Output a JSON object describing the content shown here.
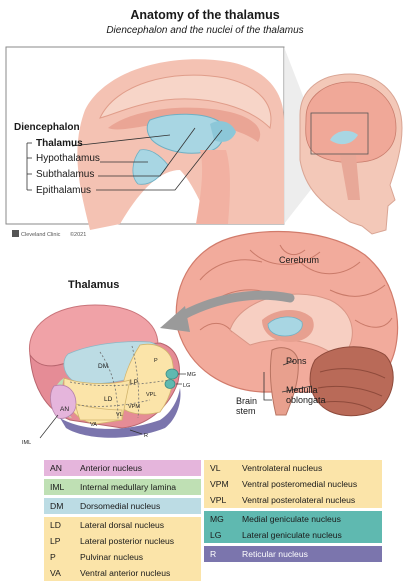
{
  "title": "Anatomy of the thalamus",
  "subtitle": "Diencephalon and the nuclei of the thalamus",
  "inset": {
    "heading": "Diencephalon",
    "items": [
      "Thalamus",
      "Hypothalamus",
      "Subthalamus",
      "Epithalamus"
    ],
    "credit": "Cleveland Clinic",
    "copyright": "©2021"
  },
  "brain": {
    "cerebrum": "Cerebrum",
    "pons": "Pons",
    "medulla_line1": "Medulla",
    "medulla_line2": "oblongata",
    "brainstem_line1": "Brain",
    "brainstem_line2": "stem"
  },
  "thalamus": {
    "heading": "Thalamus",
    "regions": {
      "DM": "DM",
      "P": "P",
      "LP": "LP",
      "LD": "LD",
      "VPL": "VPL",
      "VPM": "VPM",
      "VL": "VL",
      "AN": "AN",
      "VA": "VA",
      "MG": "MG",
      "LG": "LG",
      "R": "R",
      "IML": "IML"
    }
  },
  "legend": {
    "col1": [
      {
        "abbr": "AN",
        "name": "Anterior nucleus",
        "color": "#e5b5dc"
      },
      {
        "abbr": "IML",
        "name": "Internal medullary lamina",
        "color": "#bfe0b4"
      },
      {
        "abbr": "DM",
        "name": "Dorsomedial nucleus",
        "color": "#bcdce4"
      },
      {
        "abbr": "LD",
        "name": "Lateral dorsal nucleus",
        "color": "#fbe4a9"
      },
      {
        "abbr": "LP",
        "name": "Lateral posterior nucleus",
        "color": "#fbe4a9"
      },
      {
        "abbr": "P",
        "name": "Pulvinar nucleus",
        "color": "#fbe4a9"
      },
      {
        "abbr": "VA",
        "name": "Ventral anterior nucleus",
        "color": "#fbe4a9"
      }
    ],
    "col2": [
      {
        "abbr": "VL",
        "name": "Ventrolateral nucleus",
        "color": "#fbe4a9"
      },
      {
        "abbr": "VPM",
        "name": "Ventral posteromedial nucleus",
        "color": "#fbe4a9"
      },
      {
        "abbr": "VPL",
        "name": "Ventral posterolateral nucleus",
        "color": "#fbe4a9"
      },
      {
        "abbr": "MG",
        "name": "Medial geniculate nucleus",
        "color": "#5fb9b0"
      },
      {
        "abbr": "LG",
        "name": "Lateral geniculate nucleus",
        "color": "#5fb9b0"
      },
      {
        "abbr": "R",
        "name": "Reticular nucleus",
        "color": "#7b75ad"
      }
    ]
  },
  "colors": {
    "brain_pink": "#f2ab9c",
    "brain_shadow": "#d97f6e",
    "thalamus_blue": "#a8d6e3",
    "cerebellum": "#b96a58",
    "gray_arrow": "#9a9a9a"
  }
}
